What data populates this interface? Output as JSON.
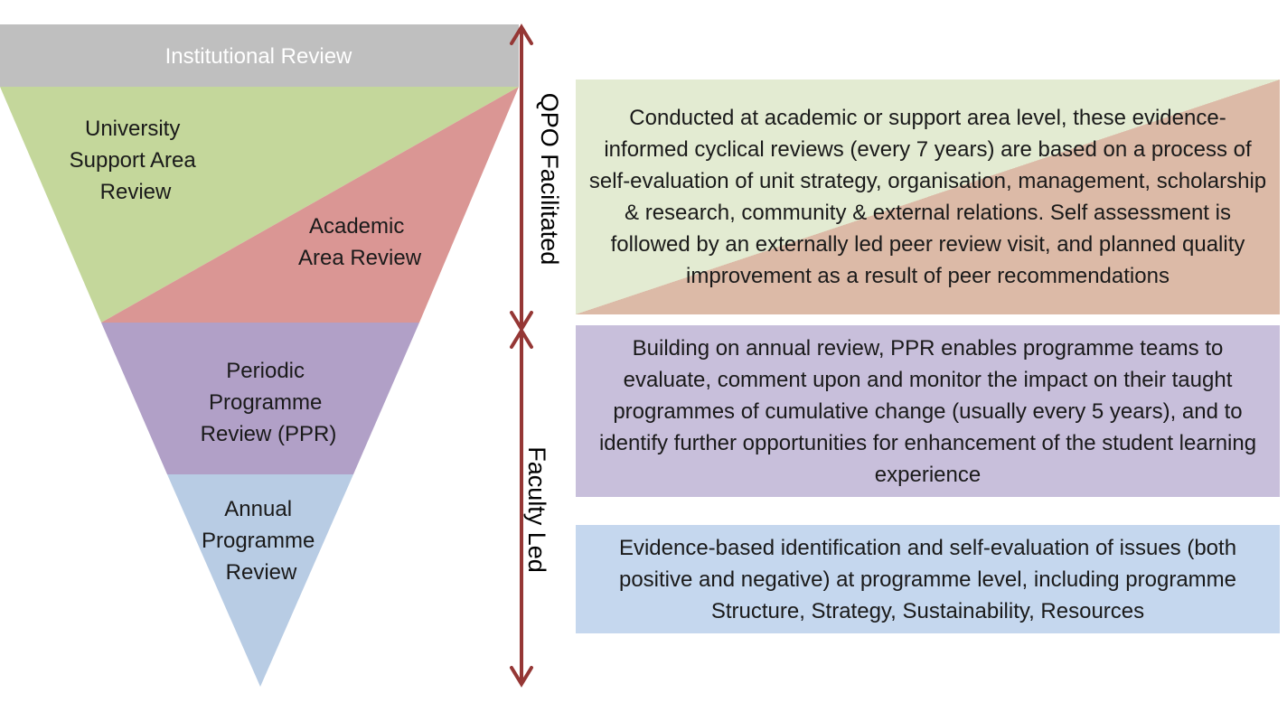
{
  "levels": {
    "institutional": "Institutional Review",
    "support_area": [
      "University",
      "Support Area",
      "Review"
    ],
    "academic_area": [
      "Academic",
      "Area Review"
    ],
    "ppr": [
      "Periodic",
      "Programme",
      "Review (PPR)"
    ],
    "apr": [
      "Annual",
      "Programme",
      "Review"
    ]
  },
  "side_labels": {
    "top": "QPO Facilitated",
    "bottom": "Faculty Led"
  },
  "descriptions": {
    "area_review": "Conducted at academic or support area level, these evidence-informed cyclical reviews (every 7 years) are based on a process of self-evaluation of unit strategy, organisation, management, scholarship & research, community & external relations. Self assessment is followed by  an externally led peer review visit, and planned quality improvement as a result of peer recommendations",
    "ppr": "Building on annual review, PPR enables programme teams to evaluate, comment upon and monitor the impact on their taught programmes of cumulative change (usually every 5 years), and to identify further opportunities for enhancement of the student learning experience",
    "apr": "Evidence-based identification and self-evaluation of issues (both positive and negative) at programme level, including programme Structure, Strategy, Sustainability, Resources"
  },
  "colors": {
    "institutional": "#bfbfbf",
    "support_area": "#c4d79b",
    "academic_area": "#da9694",
    "ppr": "#b1a0c7",
    "apr": "#b8cce4",
    "arrow": "#953735"
  }
}
